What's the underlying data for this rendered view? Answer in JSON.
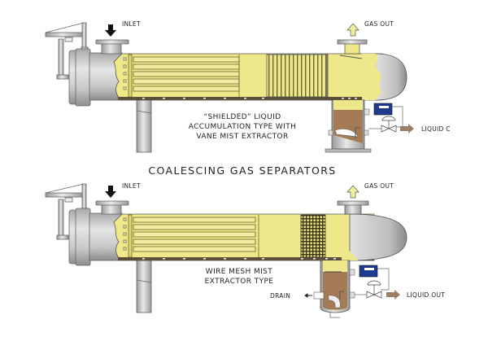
{
  "title": "COALESCING GAS SEPARATORS",
  "colors": {
    "yellow": "#efe88a",
    "yellow_dark": "#d9d06a",
    "steel": "#c8c8c8",
    "steel_dark": "#8f8f8f",
    "liquid": "#a57b55",
    "controller": "#1f3b8f",
    "gas_arrow": "#f3ee9a",
    "liquid_arrow": "#9a7f66",
    "outline": "#333333"
  },
  "separators": [
    {
      "id": "top",
      "caption_lines": [
        "“SHIELDED” LIQUID",
        "ACCUMULATION TYPE WITH",
        "VANE MIST EXTRACTOR"
      ],
      "labels": {
        "inlet": "INLET",
        "gas_out": "GAS OUT",
        "liquid_out": "LIQUID C"
      },
      "mist_extractor": "vane"
    },
    {
      "id": "bottom",
      "caption_lines": [
        "WIRE MESH MIST",
        "EXTRACTOR TYPE"
      ],
      "labels": {
        "inlet": "INLET",
        "gas_out": "GAS OUT",
        "liquid_out": "LIQUID OUT",
        "drain": "DRAIN"
      },
      "mist_extractor": "wire-mesh"
    }
  ]
}
